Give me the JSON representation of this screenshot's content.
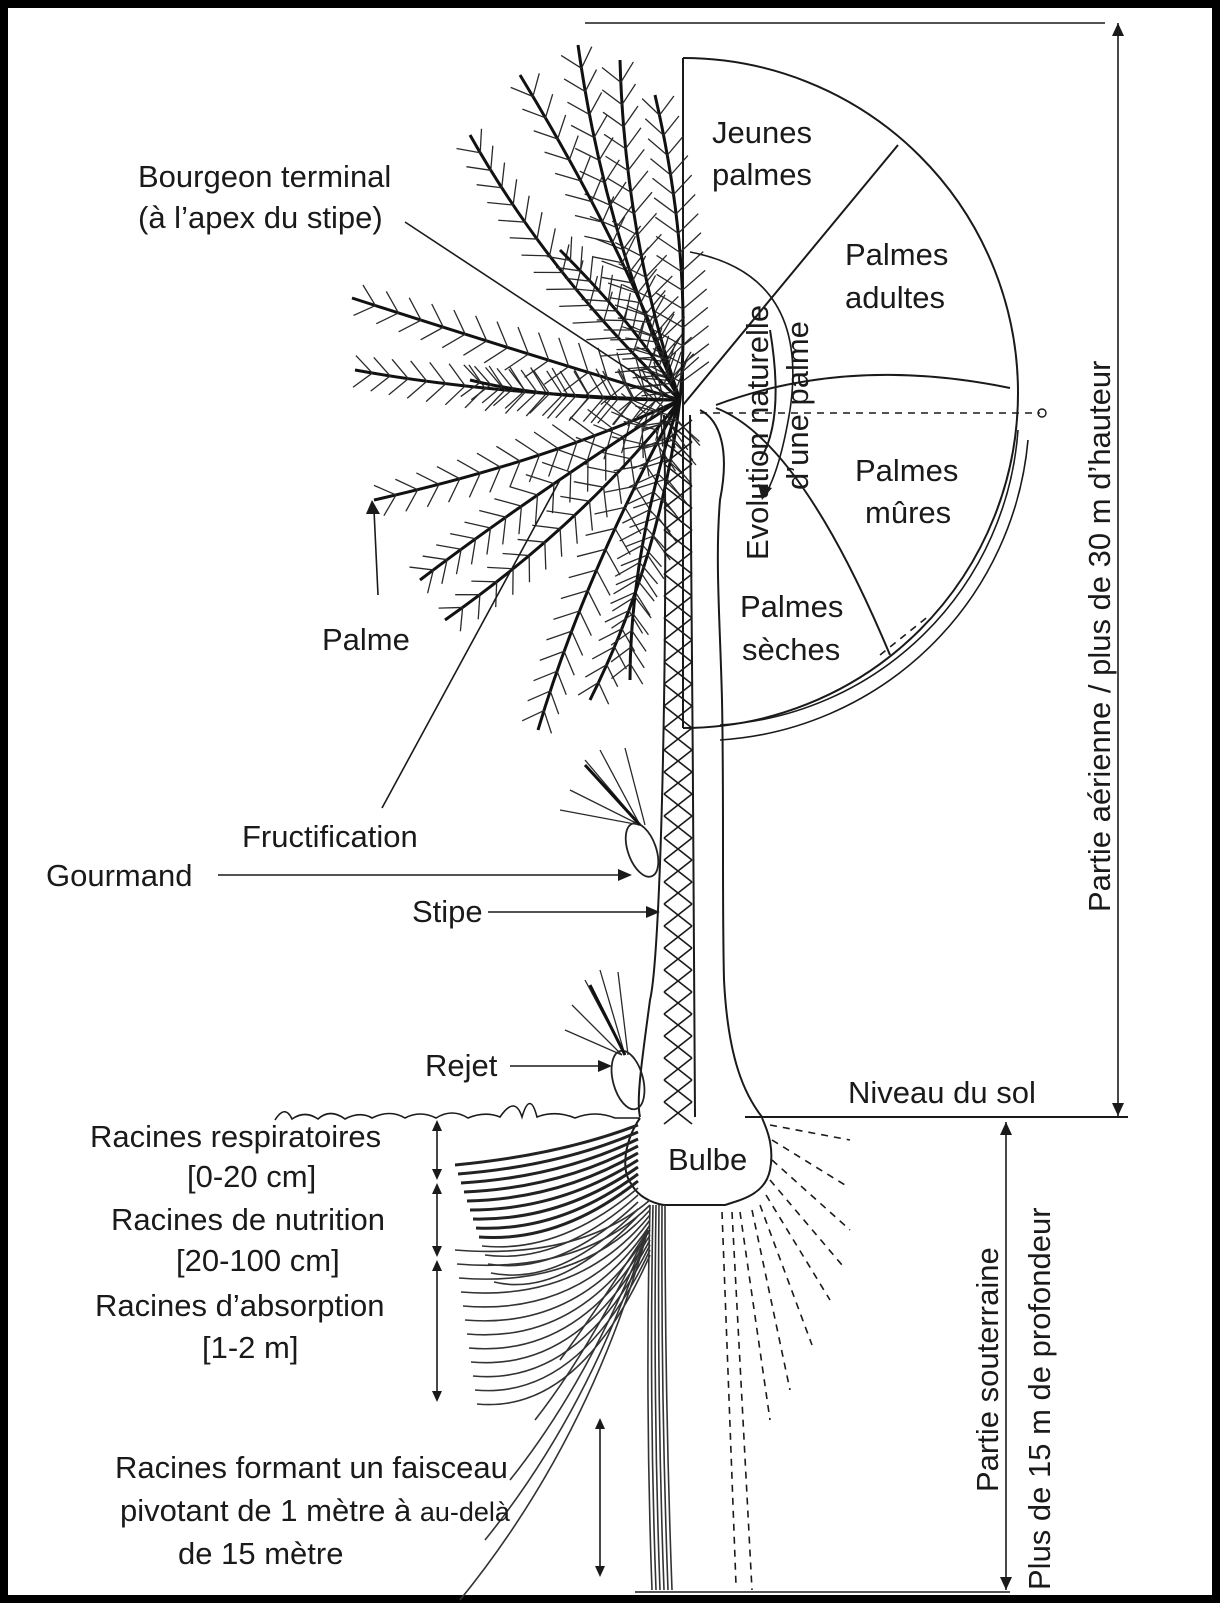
{
  "labels": {
    "bourgeon_line1": "Bourgeon terminal",
    "bourgeon_line2": "(à l’apex du stipe)",
    "palme": "Palme",
    "fructification": "Fructification",
    "gourmand": "Gourmand",
    "stipe": "Stipe",
    "rejet": "Rejet",
    "niveau_sol": "Niveau du sol",
    "bulbe": "Bulbe",
    "racines_resp_line1": "Racines respiratoires",
    "racines_resp_line2": "[0-20 cm]",
    "racines_nutr_line1": "Racines de nutrition",
    "racines_nutr_line2": "[20-100 cm]",
    "racines_abs_line1": "Racines d’absorption",
    "racines_abs_line2": "[1-2 m]",
    "racines_faisceau_line1": "Racines formant un faisceau",
    "racines_faisceau_line2a": "pivotant de 1 mètre à ",
    "racines_faisceau_line2b": "au-delà",
    "racines_faisceau_line3": "de 15 mètre",
    "jeunes_line1": "Jeunes",
    "jeunes_line2": "palmes",
    "adultes_line1": "Palmes",
    "adultes_line2": "adultes",
    "mures_line1": "Palmes",
    "mures_line2": "mûres",
    "seches_line1": "Palmes",
    "seches_line2": "sèches",
    "evolution_line1": "Evolution naturelle",
    "evolution_line2": "d’une palme",
    "partie_aerienne": "Partie aérienne / plus de 30 m d’hauteur",
    "partie_souterraine": "Partie souterraine",
    "profondeur": "Plus de 15 m de profondeur"
  }
}
